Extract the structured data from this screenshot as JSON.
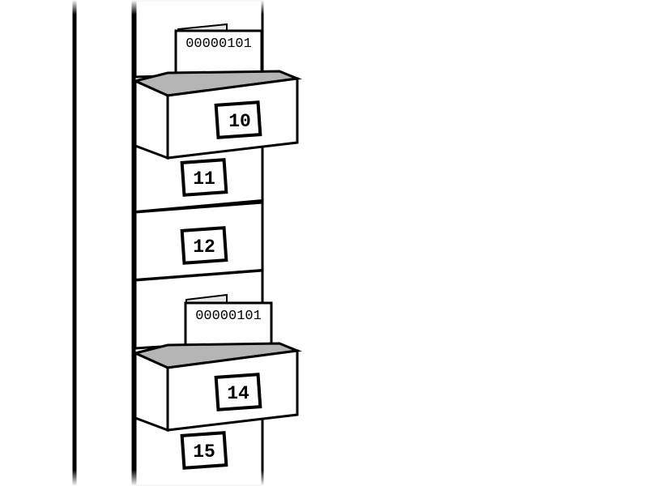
{
  "cabinet": {
    "drawers": [
      {
        "label": "10",
        "state": "open",
        "paper_value": "00000101"
      },
      {
        "label": "11",
        "state": "closed"
      },
      {
        "label": "12",
        "state": "closed"
      },
      {
        "label": "14",
        "state": "open",
        "paper_value": "00000101"
      },
      {
        "label": "15",
        "state": "closed"
      }
    ]
  },
  "colors": {
    "stroke": "#000000",
    "fill": "#ffffff",
    "drawer_interior": "#b5b5b5"
  }
}
